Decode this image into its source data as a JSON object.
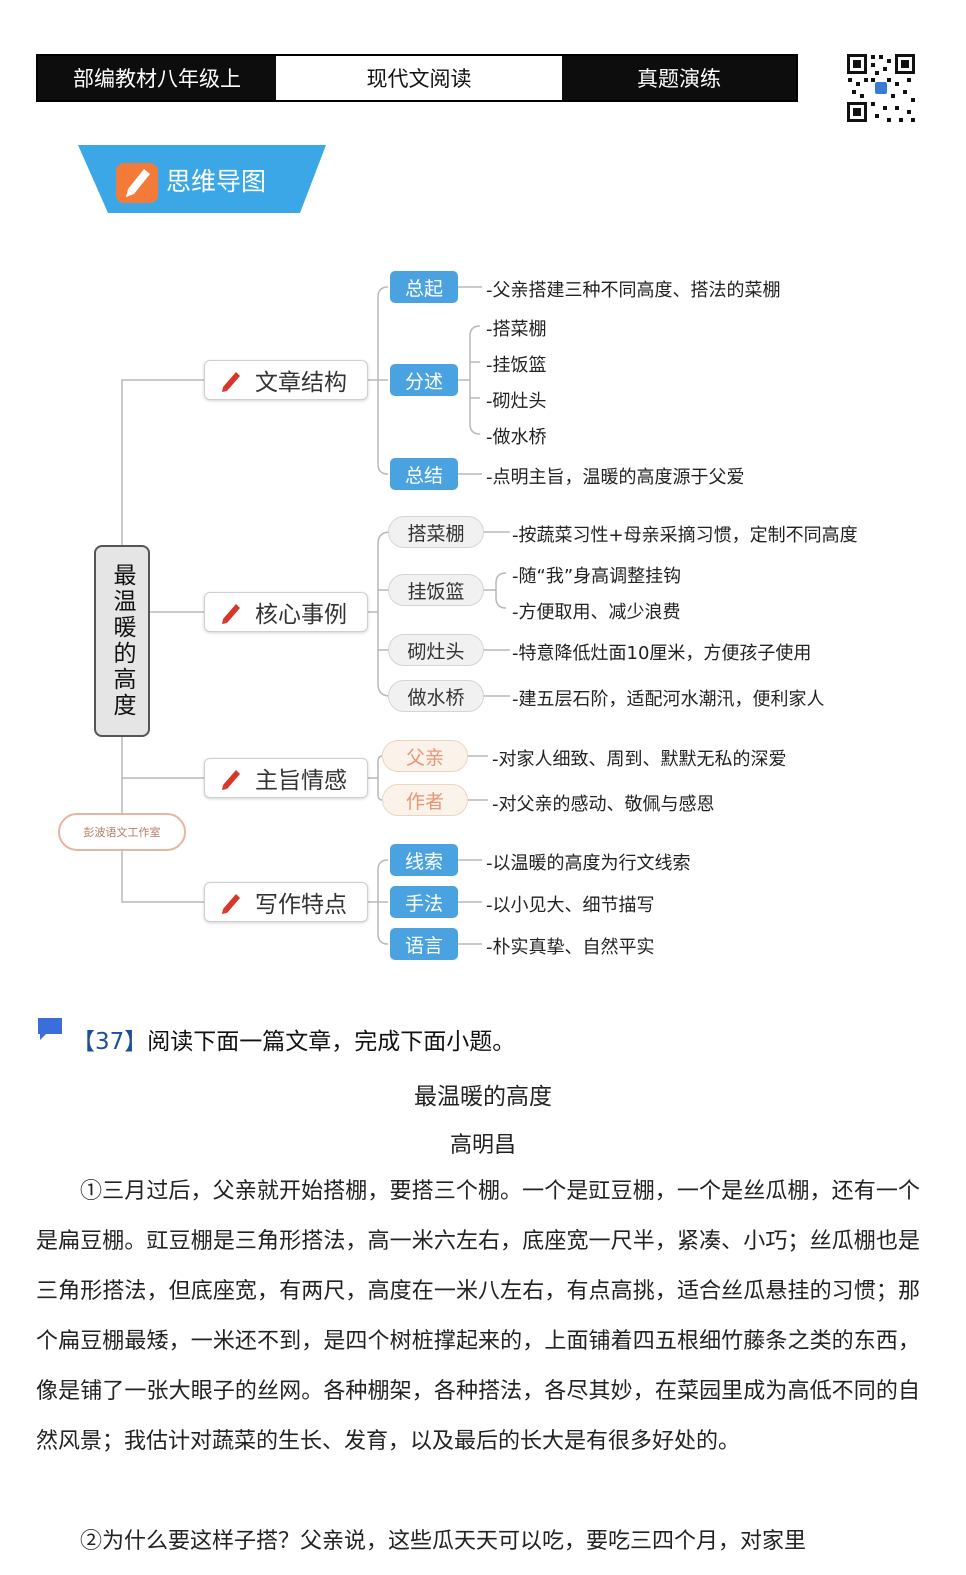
{
  "header": {
    "cell_left": "部编教材八年级上",
    "cell_mid": "现代文阅读",
    "cell_right": "真题演练"
  },
  "banner": {
    "label": "思维导图"
  },
  "mindmap": {
    "root": "最温暖的高度",
    "studio_label": "彭波语文工作室",
    "structure": {
      "label": "文章结构",
      "zongqi": {
        "tag": "总起",
        "text": "-父亲搭建三种不同高度、搭法的菜棚"
      },
      "fenshu": {
        "tag": "分述",
        "items": [
          "-搭菜棚",
          "-挂饭篮",
          "-砌灶头",
          "-做水桥"
        ]
      },
      "zongjie": {
        "tag": "总结",
        "text": "-点明主旨，温暖的高度源于父爱"
      }
    },
    "events": {
      "label": "核心事例",
      "e1": {
        "tag": "搭菜棚",
        "text": "-按蔬菜习性+母亲采摘习惯，定制不同高度"
      },
      "e2": {
        "tag": "挂饭篮",
        "text1": "-随“我”身高调整挂钩",
        "text2": "-方便取用、减少浪费"
      },
      "e3": {
        "tag": "砌灶头",
        "text": "-特意降低灶面10厘米，方便孩子使用"
      },
      "e4": {
        "tag": "做水桥",
        "text": "-建五层石阶，适配河水潮汛，便利家人"
      }
    },
    "theme": {
      "label": "主旨情感",
      "t1": {
        "tag": "父亲",
        "text": "-对家人细致、周到、默默无私的深爱"
      },
      "t2": {
        "tag": "作者",
        "text": "-对父亲的感动、敬佩与感恩"
      }
    },
    "writing": {
      "label": "写作特点",
      "w1": {
        "tag": "线索",
        "text": "-以温暖的高度为行文线索"
      },
      "w2": {
        "tag": "手法",
        "text": "-以小见大、细节描写"
      },
      "w3": {
        "tag": "语言",
        "text": "-朴实真挚、自然平实"
      }
    }
  },
  "question": {
    "number": "【37】",
    "prompt": "阅读下面一篇文章，完成下面小题。"
  },
  "article": {
    "title": "最温暖的高度",
    "author": "高明昌",
    "p1": "①三月过后，父亲就开始搭棚，要搭三个棚。一个是豇豆棚，一个是丝瓜棚，还有一个是扁豆棚。豇豆棚是三角形搭法，高一米六左右，底座宽一尺半，紧凑、小巧；丝瓜棚也是三角形搭法，但底座宽，有两尺，高度在一米八左右，有点高挑，适合丝瓜悬挂的习惯；那个扁豆棚最矮，一米还不到，是四个树桩撑起来的，上面铺着四五根细竹藤条之类的东西，像是铺了一张大眼子的丝网。各种棚架，各种搭法，各尽其妙，在菜园里成为高低不同的自然风景；我估计对蔬菜的生长、发育，以及最后的长大是有很多好处的。",
    "p2": "②为什么要这样子搭？父亲说，这些瓜天天可以吃，要吃三四个月，对家里"
  }
}
